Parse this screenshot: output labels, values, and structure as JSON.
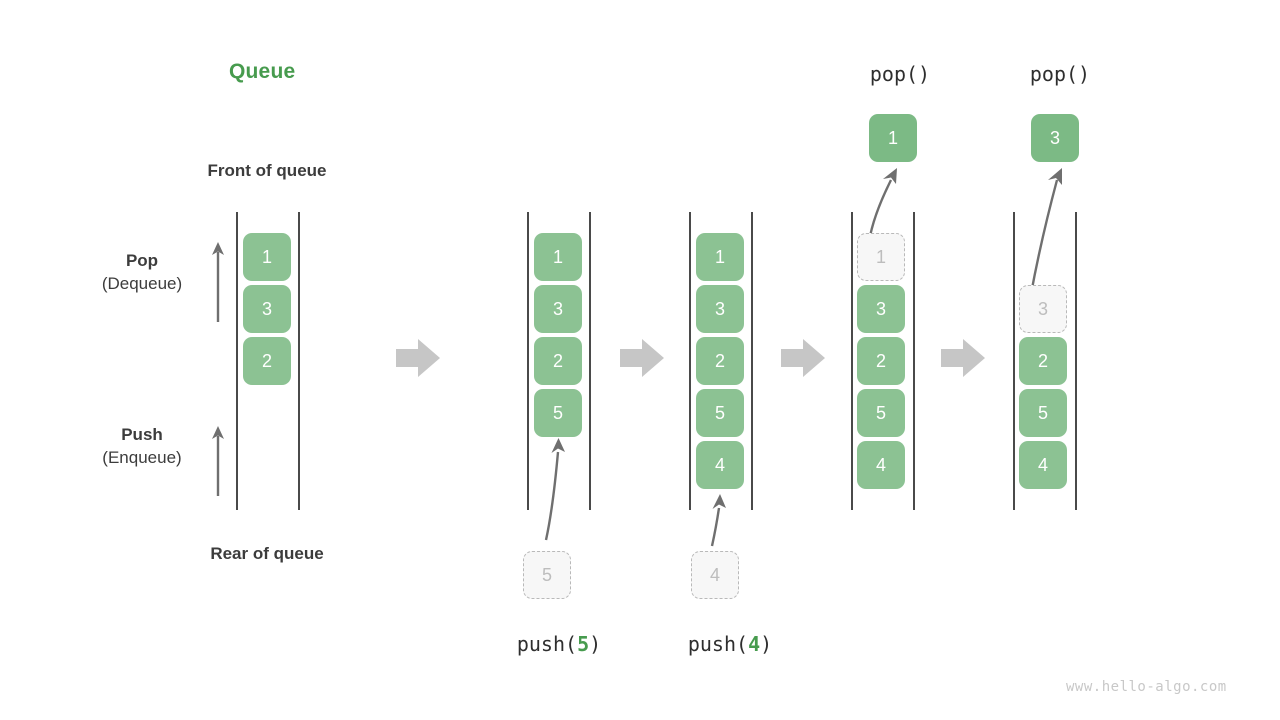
{
  "figure": {
    "title": "Queue",
    "watermark": "www.hello-algo.com",
    "front_label": "Front of queue",
    "rear_label": "Rear of queue",
    "colors": {
      "accent_green": "#479b4e",
      "element_green": "#8cc293",
      "ghost_fill": "#f7f7f7",
      "ghost_border": "#b9b9b9",
      "rail": "#4a4a4a",
      "separator_arrow": "#c6c6c6",
      "text": "#3c3c3c",
      "watermark": "#c8c8c8"
    }
  },
  "side_labels": [
    {
      "name": "pop",
      "line1": "Pop",
      "line2": "(Dequeue)",
      "arrow": "up-arrow-icon"
    },
    {
      "name": "push",
      "line1": "Push",
      "line2": "(Enqueue)",
      "arrow": "up-arrow-icon"
    }
  ],
  "separators": [
    {
      "icon": "right-arrow-icon"
    },
    {
      "icon": "right-arrow-icon"
    },
    {
      "icon": "right-arrow-icon"
    },
    {
      "icon": "right-arrow-icon"
    }
  ],
  "states": [
    {
      "id": "initial",
      "op_prefix": "",
      "op_arg": "",
      "op_suffix": "",
      "header": "",
      "header_value": "",
      "elements": [
        "1",
        "3",
        "2"
      ],
      "ghost_in_queue": null,
      "incoming": null,
      "outgoing": null
    },
    {
      "id": "after-push-5",
      "op_prefix": "push(",
      "op_arg": "5",
      "op_suffix": ")",
      "header": "",
      "header_value": "",
      "elements": [
        "1",
        "3",
        "2",
        "5"
      ],
      "ghost_in_queue": null,
      "incoming": "5",
      "outgoing": null
    },
    {
      "id": "after-push-4",
      "op_prefix": "push(",
      "op_arg": "4",
      "op_suffix": ")",
      "header": "",
      "header_value": "",
      "elements": [
        "1",
        "3",
        "2",
        "5",
        "4"
      ],
      "ghost_in_queue": null,
      "incoming": "4",
      "outgoing": null
    },
    {
      "id": "after-pop-1",
      "op_prefix": "",
      "op_arg": "",
      "op_suffix": "",
      "header": "pop()",
      "header_value": "1",
      "elements": [
        "3",
        "2",
        "5",
        "4"
      ],
      "ghost_in_queue": "1",
      "incoming": null,
      "outgoing": "1"
    },
    {
      "id": "after-pop-3",
      "op_prefix": "",
      "op_arg": "",
      "op_suffix": "",
      "header": "pop()",
      "header_value": "3",
      "elements": [
        "2",
        "5",
        "4"
      ],
      "ghost_in_queue": "3",
      "incoming": null,
      "outgoing": "3"
    }
  ],
  "chart_data": {
    "type": "diagram",
    "title": "Queue",
    "description": "Queue push (enqueue) and pop (dequeue) operation sequence",
    "sequence": [
      {
        "step": 0,
        "operation": "initial",
        "contents": [
          "1",
          "3",
          "2"
        ]
      },
      {
        "step": 1,
        "operation": "push(5)",
        "contents": [
          "1",
          "3",
          "2",
          "5"
        ]
      },
      {
        "step": 2,
        "operation": "push(4)",
        "contents": [
          "1",
          "3",
          "2",
          "5",
          "4"
        ]
      },
      {
        "step": 3,
        "operation": "pop()",
        "returned": "1",
        "contents": [
          "3",
          "2",
          "5",
          "4"
        ]
      },
      {
        "step": 4,
        "operation": "pop()",
        "returned": "3",
        "contents": [
          "2",
          "5",
          "4"
        ]
      }
    ]
  }
}
